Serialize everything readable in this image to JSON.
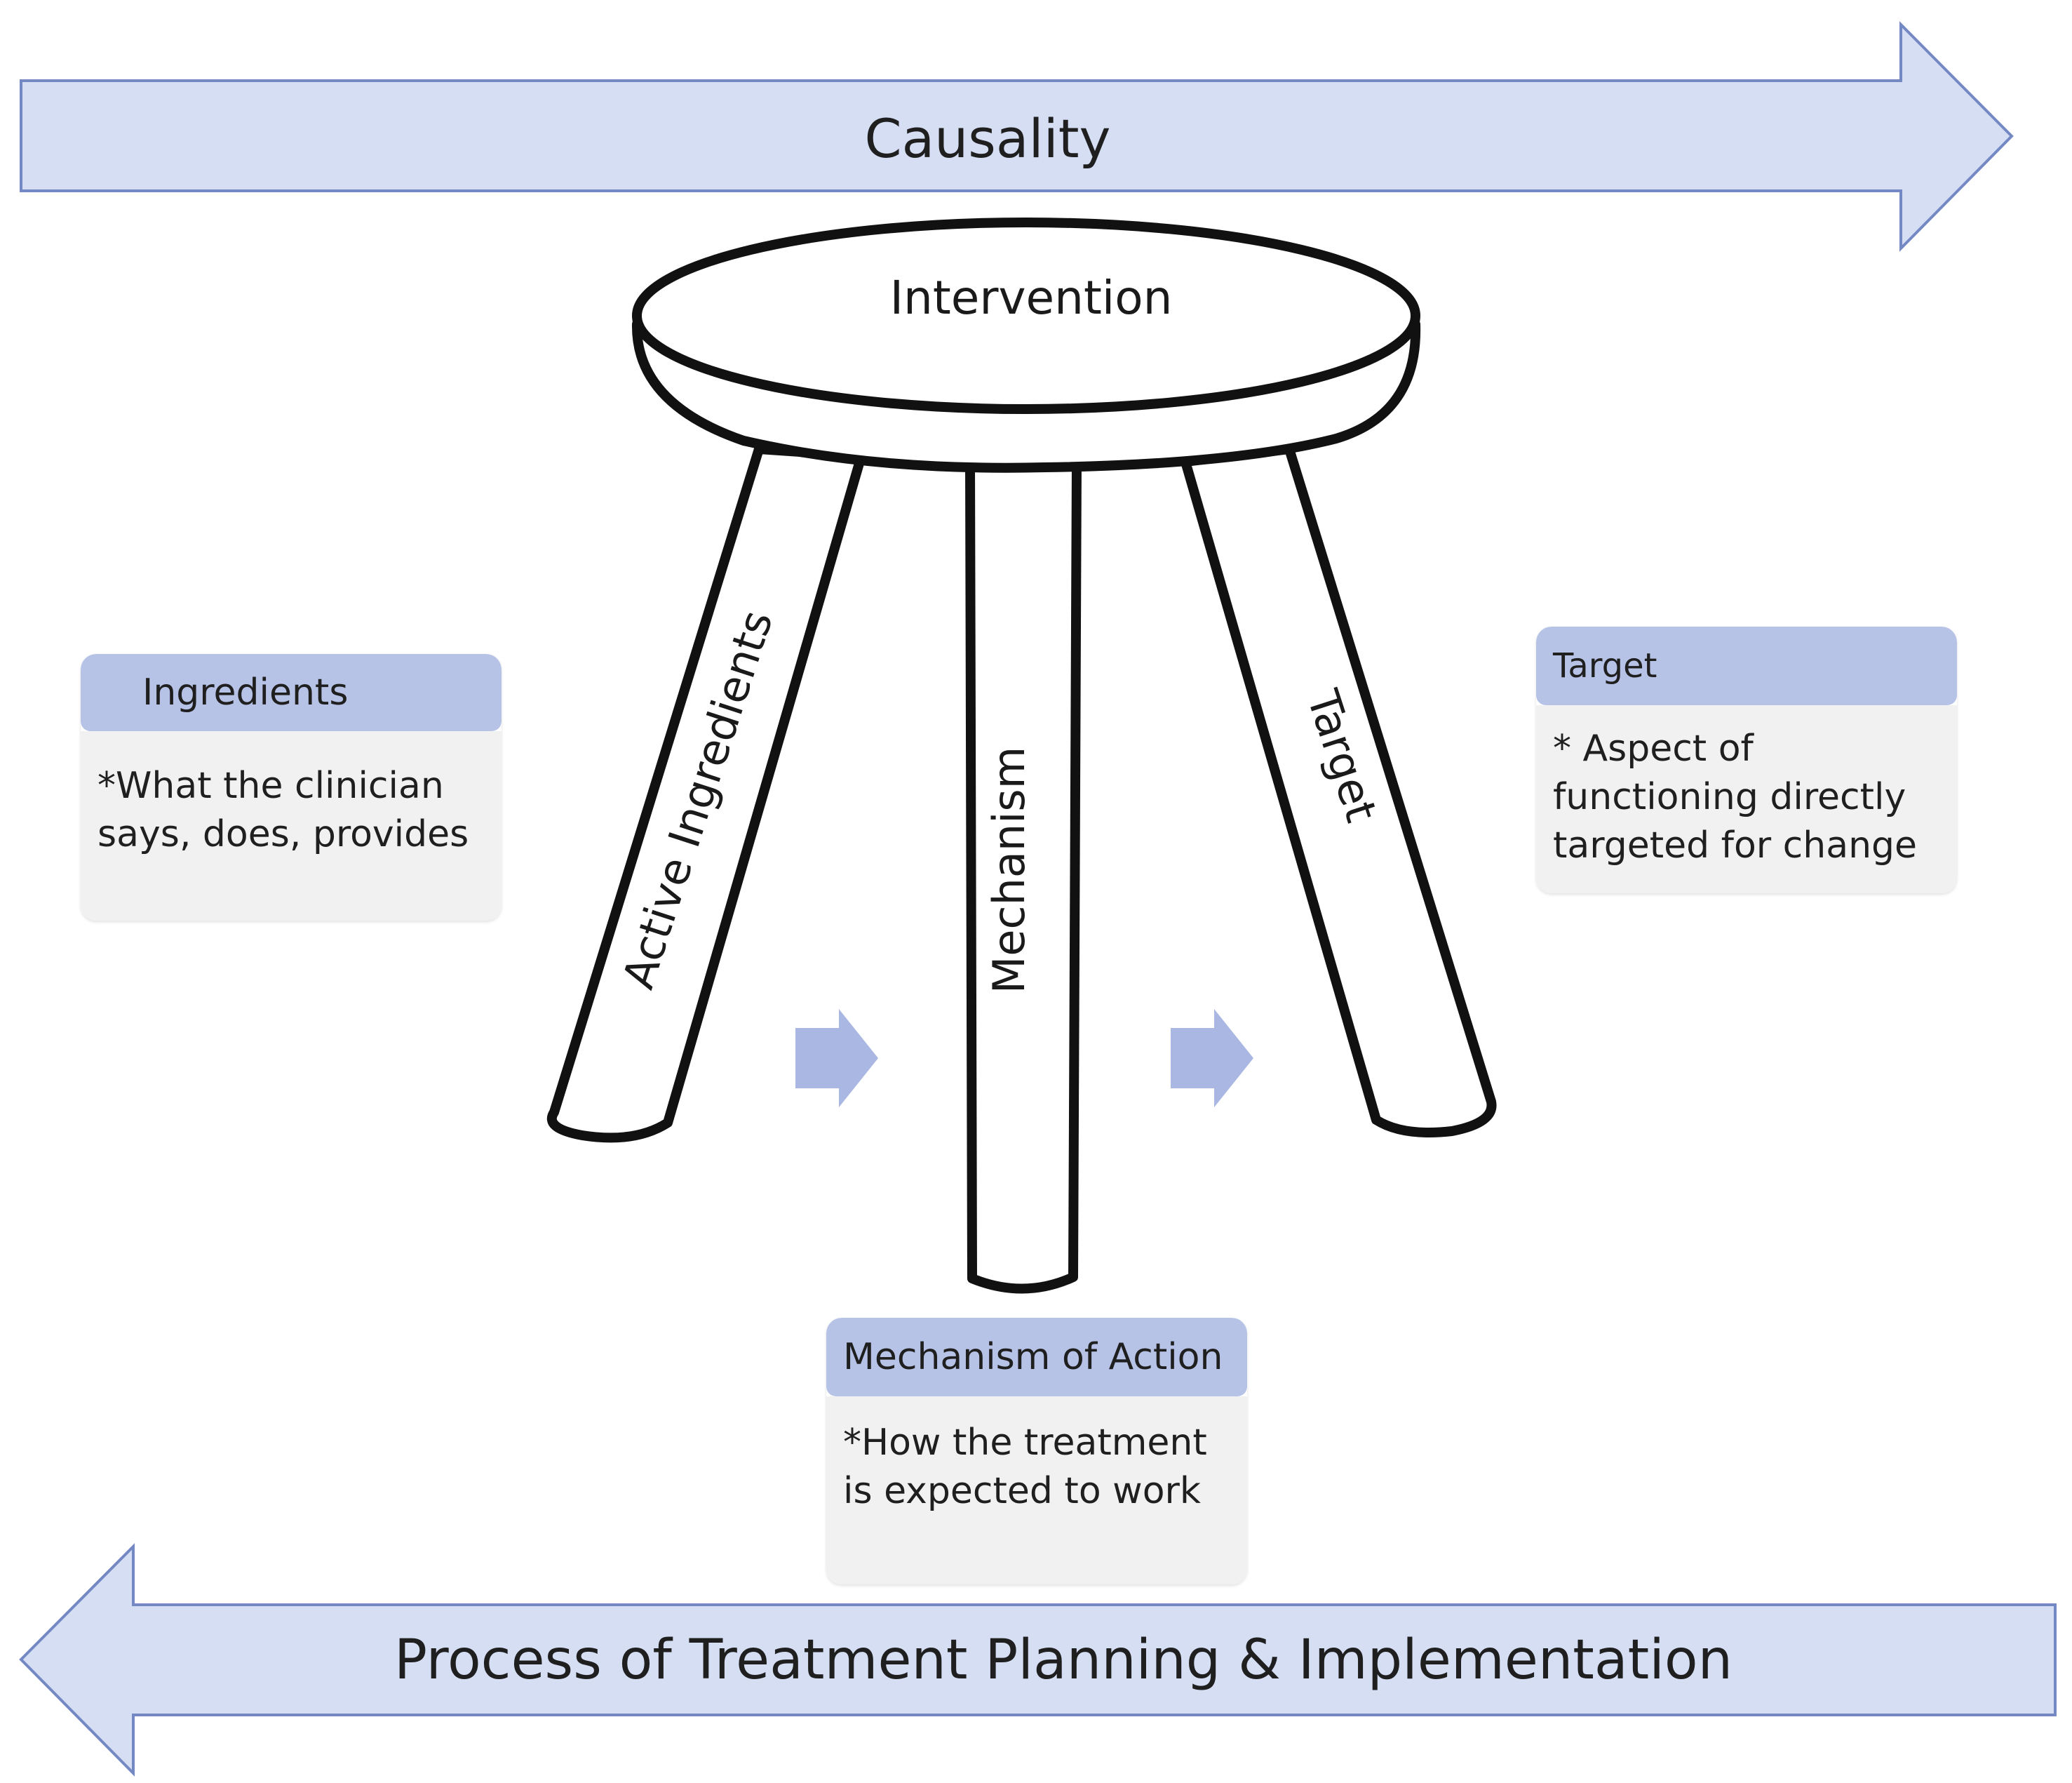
{
  "arrows": {
    "top": {
      "label": "Causality",
      "direction": "right"
    },
    "bottom": {
      "label": "Process of Treatment Planning & Implementation",
      "direction": "left"
    }
  },
  "stool": {
    "seat_label": "Intervention",
    "legs": {
      "left": "Active Ingredients",
      "middle": "Mechanism",
      "right": "Target"
    }
  },
  "cards": {
    "ingredients": {
      "title": "Ingredients",
      "lines": [
        "*What the clinician",
        "says, does, provides"
      ]
    },
    "target": {
      "title": "Target",
      "lines": [
        "* Aspect of",
        "functioning directly",
        "targeted for change"
      ]
    },
    "mechanism_of_action": {
      "title": "Mechanism of Action",
      "lines": [
        "*How the treatment",
        "is expected to work"
      ]
    }
  },
  "colors": {
    "arrow_fill": "#d6def4",
    "arrow_stroke": "#7488c4",
    "card_header": "#b7c3e6",
    "card_body": "#f1f1f1",
    "small_arrow": "#a9b7e2",
    "stool_outline": "#111111"
  }
}
